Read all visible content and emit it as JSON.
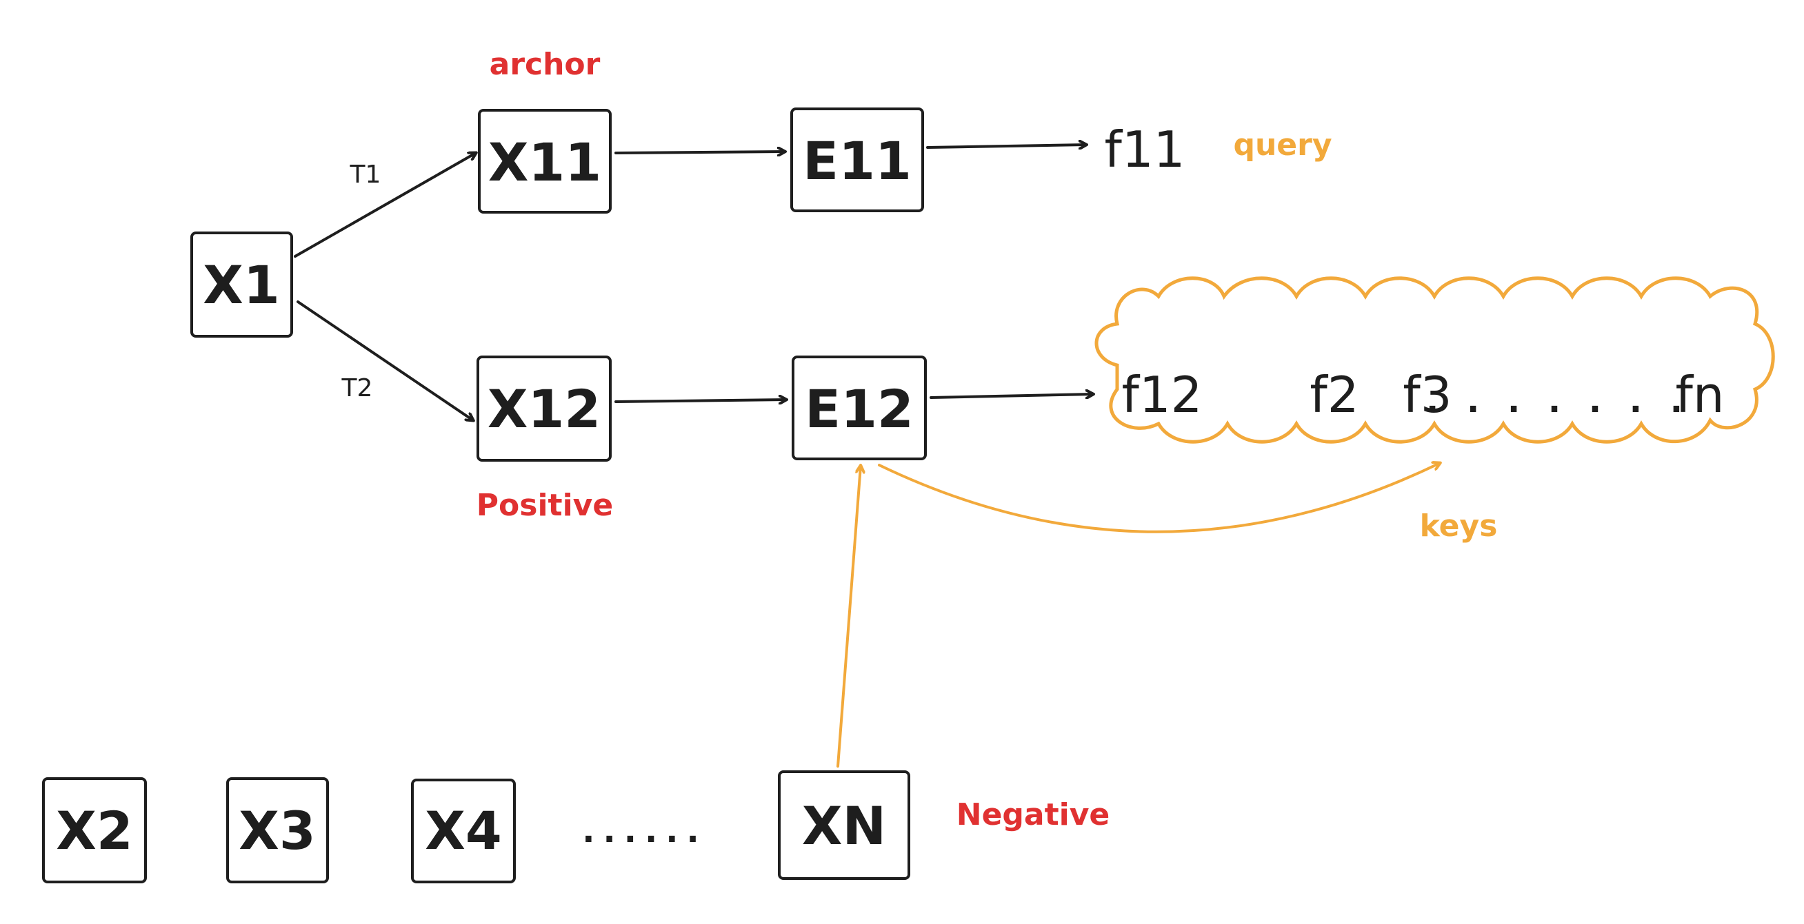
{
  "colors": {
    "ink": "#1e1e1e",
    "red": "#e03131",
    "orange": "#f2a93b"
  },
  "nodes": {
    "x1": "X1",
    "x11": "X11",
    "x12": "X12",
    "e11": "E11",
    "e12": "E12",
    "x2": "X2",
    "x3": "X3",
    "x4": "X4",
    "xn": "XN"
  },
  "transforms": {
    "t1": "T1",
    "t2": "T2"
  },
  "features": {
    "f11": "f11",
    "f12": "f12",
    "f2": "f2",
    "f3": "f3",
    "fn_dots": ". . . . . . .",
    "fn": "fn"
  },
  "labels": {
    "archor": "archor",
    "positive": "Positive",
    "negative": "Negative",
    "query": "query",
    "keys": "keys"
  },
  "ellipsis": "......"
}
